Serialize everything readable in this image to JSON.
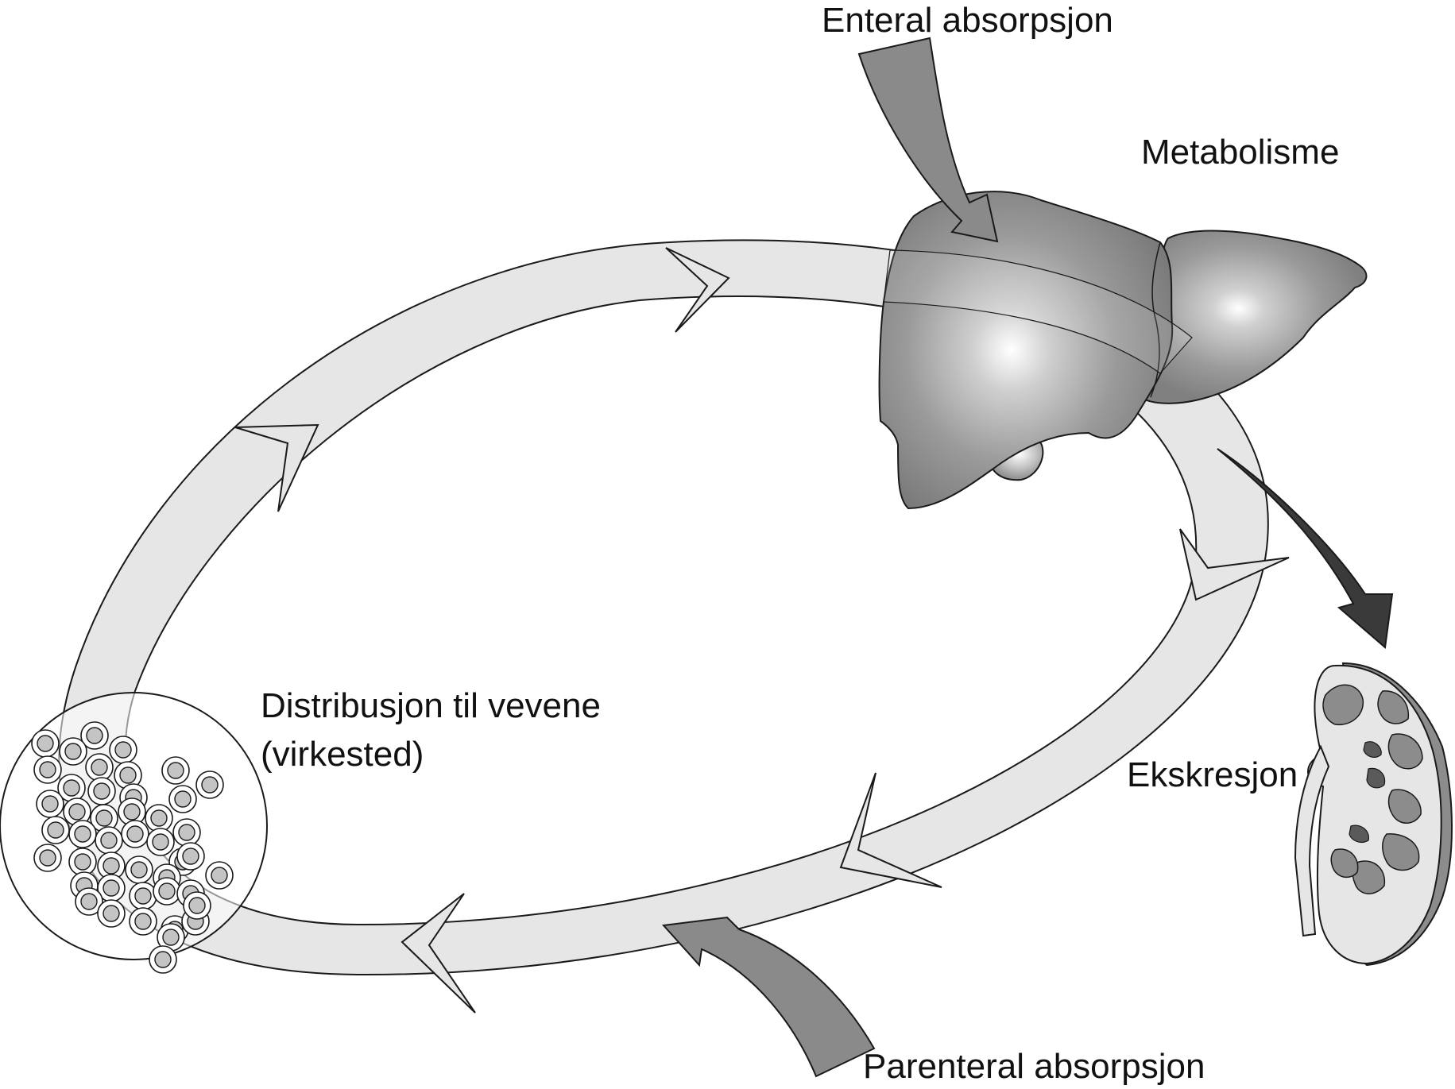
{
  "labels": {
    "enteral": "Enteral absorpsjon",
    "metabolism": "Metabolisme",
    "distribution_line1": "Distribusjon til vevene",
    "distribution_line2": "(virkested)",
    "excretion": "Ekskresjon",
    "parenteral": "Parenteral absorpsjon"
  },
  "colors": {
    "cycle_fill": "#e6e6e6",
    "outline": "#1a1a1a",
    "organ_gray": "#8c8c8c",
    "entry_arrow": "#8a8a8a",
    "excretion_arrow": "#3a3a3a",
    "cell_fill": "#c4c4c4"
  },
  "icons": [
    "liver-icon",
    "kidney-icon",
    "tissue-cells-icon"
  ]
}
